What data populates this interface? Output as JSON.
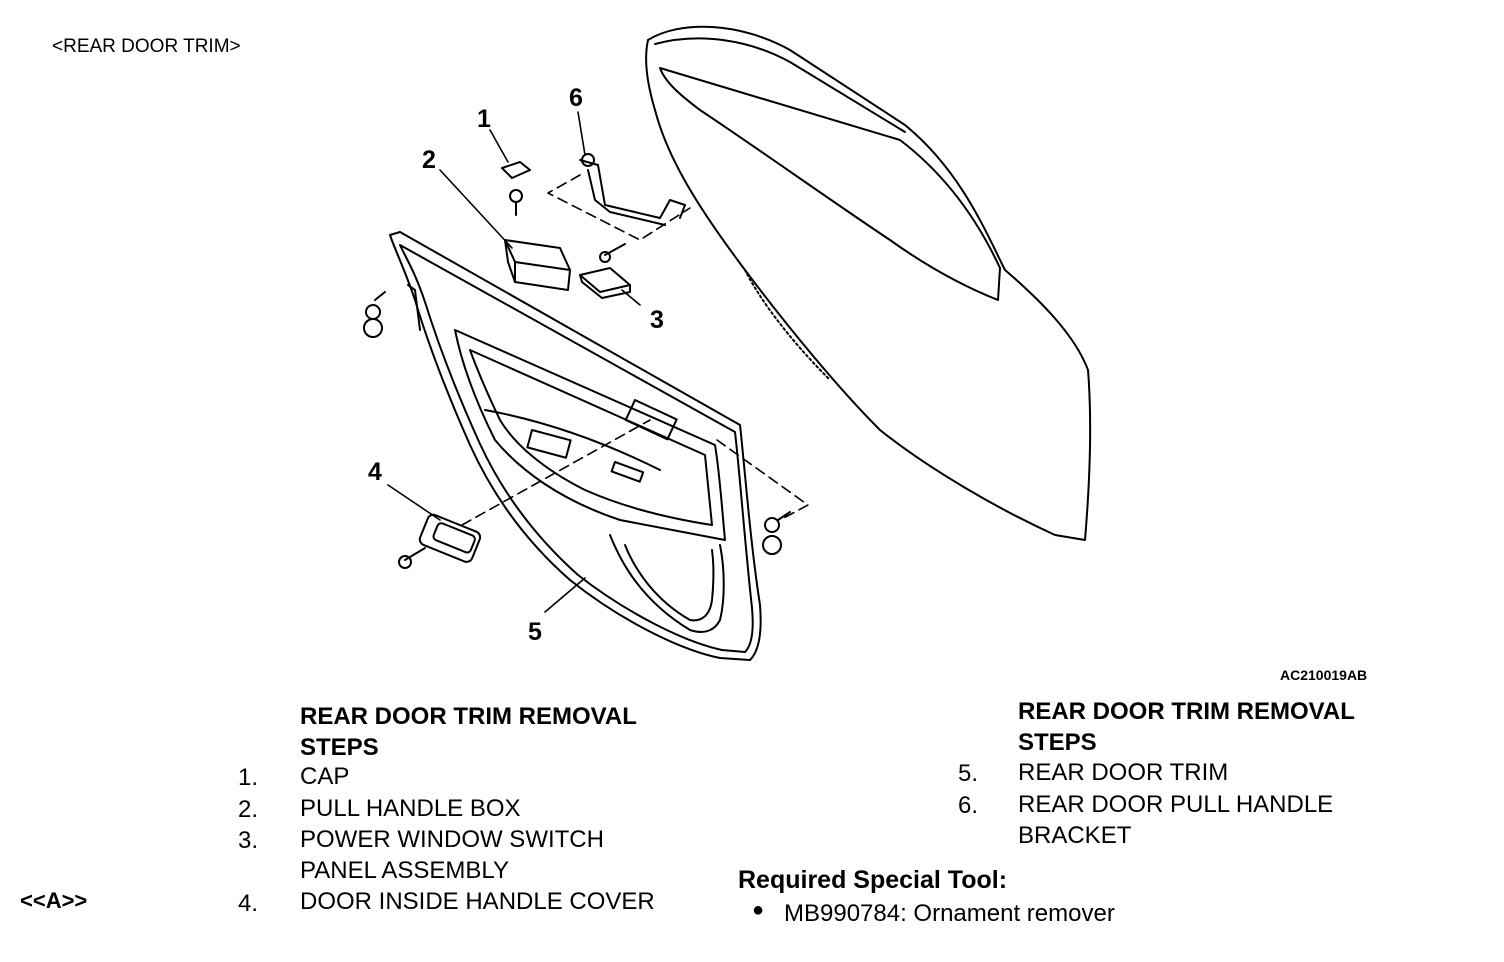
{
  "section_title": "<REAR DOOR TRIM>",
  "figure_code": "AC210019AB",
  "callouts": [
    "1",
    "2",
    "3",
    "4",
    "5",
    "6"
  ],
  "left_steps": {
    "heading": [
      "REAR DOOR TRIM REMOVAL",
      "STEPS"
    ],
    "items": [
      {
        "num": "1.",
        "lines": [
          "CAP"
        ]
      },
      {
        "num": "2.",
        "lines": [
          "PULL HANDLE BOX"
        ]
      },
      {
        "num": "3.",
        "lines": [
          "POWER WINDOW SWITCH",
          "PANEL ASSEMBLY"
        ]
      },
      {
        "num": "4.",
        "lines": [
          "DOOR INSIDE HANDLE COVER"
        ],
        "marker": "<<A>>"
      }
    ]
  },
  "right_steps": {
    "heading": [
      "REAR DOOR TRIM REMOVAL",
      "STEPS"
    ],
    "items": [
      {
        "num": "5.",
        "lines": [
          "REAR DOOR TRIM"
        ]
      },
      {
        "num": "6.",
        "lines": [
          "REAR DOOR PULL HANDLE",
          "BRACKET"
        ]
      }
    ]
  },
  "special_tool": {
    "heading": "Required Special Tool:",
    "bullet": "●",
    "items": [
      "MB990784: Ornament remover"
    ]
  }
}
